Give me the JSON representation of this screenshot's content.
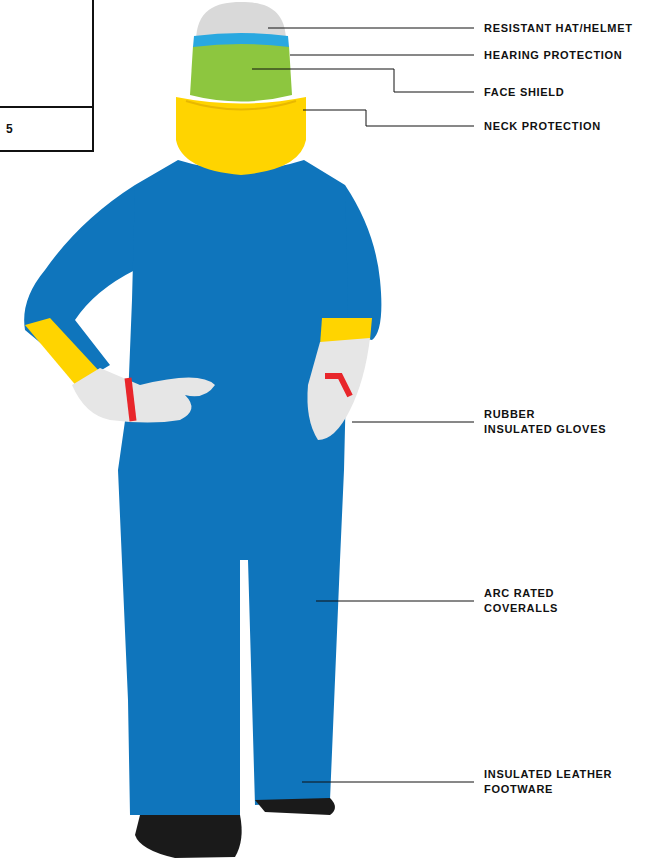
{
  "diagram": {
    "nodes": [
      {
        "text": [
          "5"
        ]
      }
    ],
    "labels": [
      "RESISTANT HAT/HELMET",
      "HEARING PROTECTION",
      "FACE SHIELD",
      "NECK PROTECTION",
      "RUBBER INSULATED GLOVES",
      "ARC RATED COVERALLS",
      "INSULATED LEATHER FOOTWARE"
    ]
  }
}
